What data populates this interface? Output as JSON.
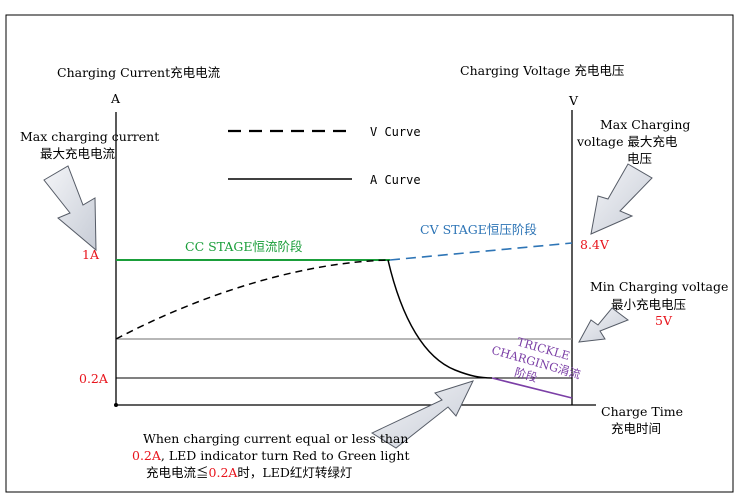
{
  "left_axis": {
    "title": "Charging Current充电电流",
    "unit": "A"
  },
  "right_axis": {
    "title": "Charging Voltage 充电电压",
    "unit": "V"
  },
  "x_axis": {
    "title_en": "Charge Time",
    "title_cn": "充电时间"
  },
  "legend": {
    "v_curve": "V Curve",
    "a_curve": "A Curve"
  },
  "max_current": {
    "line1": "Max charging current",
    "line2": "最大充电电流"
  },
  "max_voltage": {
    "line1": "Max Charging",
    "line2": "voltage 最大充电",
    "line3": "电压"
  },
  "min_voltage": {
    "line1": "Min Charging voltage",
    "line2": "最小充电电压"
  },
  "values": {
    "current_1a": "1A",
    "current_02a": "0.2A",
    "voltage_84": "8.4V",
    "voltage_5": "5V"
  },
  "stages": {
    "cc": "CC STAGE恒流阶段",
    "cv": "CV STAGE恒压阶段",
    "trickle_1": "TRICKLE",
    "trickle_2": "CHARGING涓流",
    "trickle_3": "阶段"
  },
  "note": {
    "line1": "When charging current equal or less than",
    "line2_value": "0.2A",
    "line2_rest": ", LED indicator turn Red to Green light",
    "line3_prefix": "充电电流≦",
    "line3_value": "0.2A",
    "line3_suffix": "时，LED红灯转绿灯"
  },
  "colors": {
    "red": "#e8141c",
    "cc_green": "#1a9e3a",
    "cv_blue": "#2e75b6",
    "trickle_purple": "#7b3fa6",
    "callout_fill": "#dfe3ea",
    "callout_stroke": "#555b66"
  }
}
